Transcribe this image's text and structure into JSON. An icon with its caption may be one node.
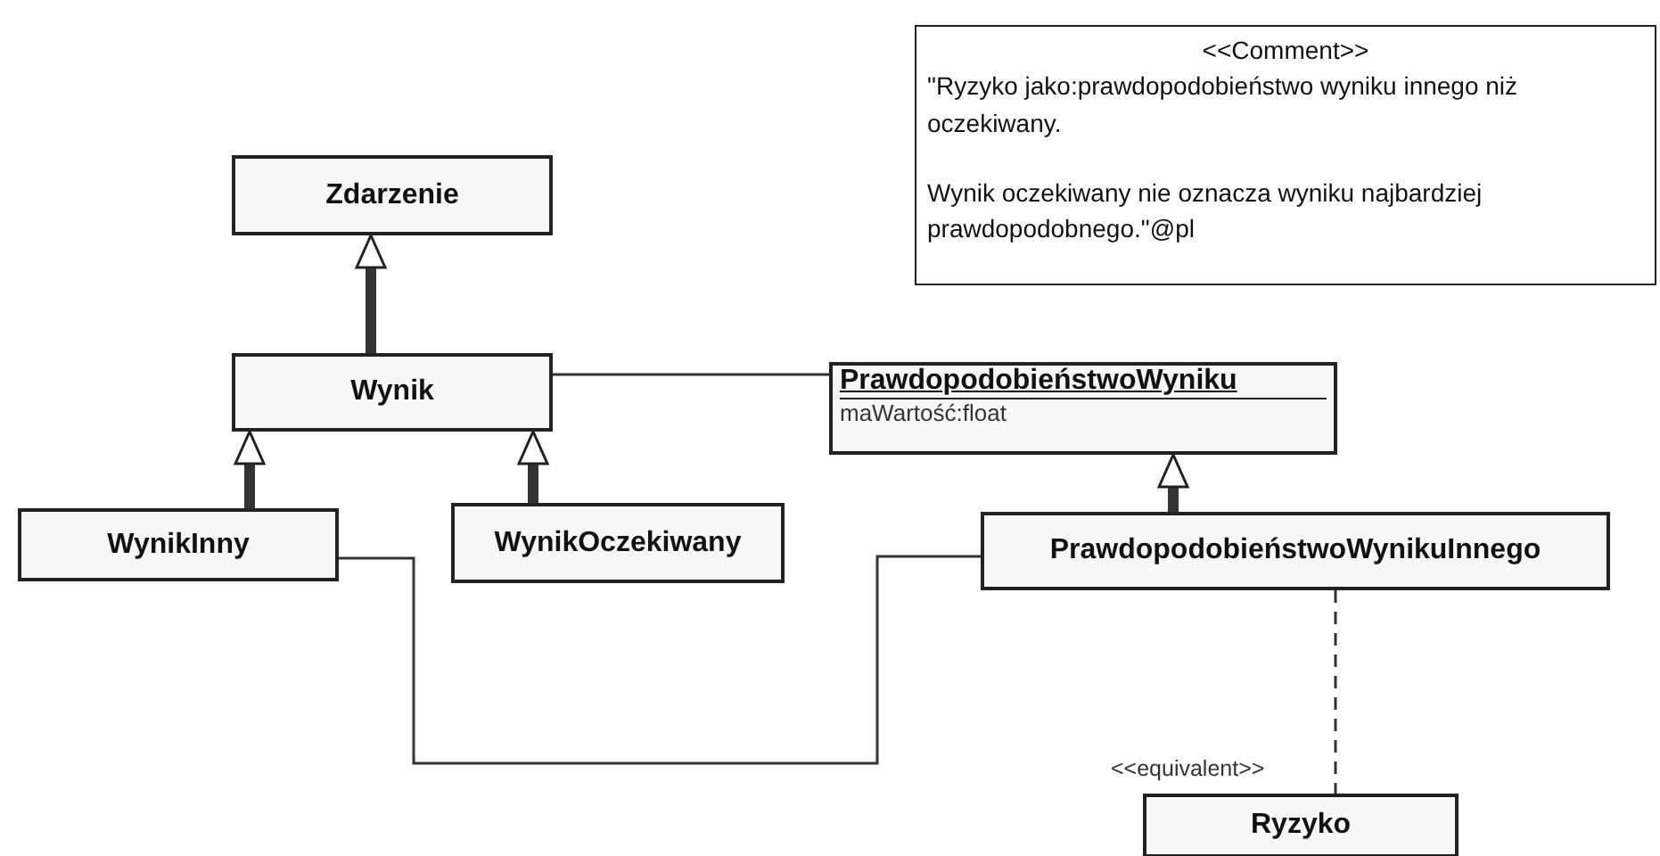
{
  "diagram": {
    "nodes": [
      {
        "text": [
          "<<Comment>>",
          "\"Ryzyko jako:prawdopodobieństwo wyniku innego niż oczekiwany.",
          "Wynik oczekiwany nie oznacza wyniku najbardziej prawdopodobnego.\"@pl"
        ]
      },
      {
        "text": [
          "Zdarzenie"
        ]
      },
      {
        "text": [
          "Wynik"
        ]
      },
      {
        "text": [
          "PrawdopodobieństwoWyniku",
          "maWartość:float"
        ]
      },
      {
        "text": [
          "WynikInny"
        ]
      },
      {
        "text": [
          "WynikOczekiwany"
        ]
      },
      {
        "text": [
          "PrawdopodobieństwoWynikuInnego"
        ]
      },
      {
        "text": [
          "Ryzyko"
        ]
      }
    ],
    "edges": [
      {
        "from": 2,
        "to": 1,
        "arrow": "to"
      },
      {
        "from": 2,
        "to": 3,
        "arrow": "none"
      },
      {
        "from": 4,
        "to": 2,
        "arrow": "to"
      },
      {
        "from": 5,
        "to": 2,
        "arrow": "to"
      },
      {
        "from": 6,
        "to": 3,
        "arrow": "to"
      },
      {
        "from": 4,
        "to": 6,
        "arrow": "none"
      },
      {
        "from": 6,
        "to": 7,
        "arrow": "none",
        "style": "dashed",
        "label": "<<equivalent>>"
      }
    ]
  }
}
